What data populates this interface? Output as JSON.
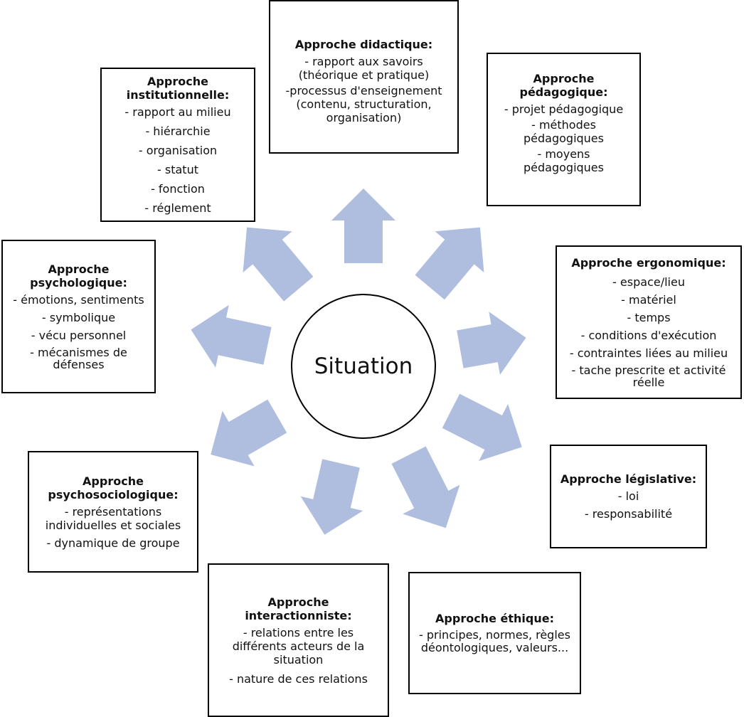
{
  "center": {
    "label": "Situation"
  },
  "colors": {
    "arrow": "#afbddf",
    "border": "#000000"
  },
  "boxes": [
    {
      "id": "didactique",
      "title": "Approche didactique:",
      "items": [
        "- rapport aux savoirs (théorique et pratique)",
        "-processus d'enseignement (contenu, structuration, organisation)"
      ]
    },
    {
      "id": "institutionnelle",
      "title": "Approche institutionnelle:",
      "items": [
        "- rapport au milieu",
        "- hiérarchie",
        "- organisation",
        "- statut",
        "- fonction",
        "- réglement"
      ]
    },
    {
      "id": "pedagogique",
      "title": "Approche pédagogique:",
      "items": [
        "- projet pédagogique",
        "- méthodes pédagogiques",
        "- moyens pédagogiques"
      ]
    },
    {
      "id": "ergonomique",
      "title": "Approche ergonomique:",
      "items": [
        "- espace/lieu",
        "- matériel",
        "- temps",
        "- conditions d'exécution",
        "- contraintes liées au milieu",
        "- tache prescrite et activité réelle"
      ]
    },
    {
      "id": "psychologique",
      "title": "Approche psychologique:",
      "items": [
        "- émotions, sentiments",
        "- symbolique",
        "- vécu personnel",
        "- mécanismes de défenses"
      ]
    },
    {
      "id": "psychosociologique",
      "title": "Approche psychosociologique:",
      "items": [
        "- représentations individuelles et sociales",
        "- dynamique de groupe"
      ]
    },
    {
      "id": "interactionniste",
      "title": "Approche interactionniste:",
      "items": [
        "- relations entre les différents acteurs de la situation",
        "- nature de ces relations"
      ]
    },
    {
      "id": "ethique",
      "title": "Approche éthique:",
      "items": [
        "- principes, normes, règles déontologiques, valeurs..."
      ]
    },
    {
      "id": "legislative",
      "title": "Approche législative:",
      "items": [
        "- loi",
        "- responsabilité"
      ]
    }
  ],
  "arrows": [
    {
      "target": "didactique"
    },
    {
      "target": "pedagogique"
    },
    {
      "target": "ergonomique"
    },
    {
      "target": "legislative"
    },
    {
      "target": "ethique"
    },
    {
      "target": "interactionniste"
    },
    {
      "target": "psychosociologique"
    },
    {
      "target": "psychologique"
    },
    {
      "target": "institutionnelle"
    }
  ]
}
